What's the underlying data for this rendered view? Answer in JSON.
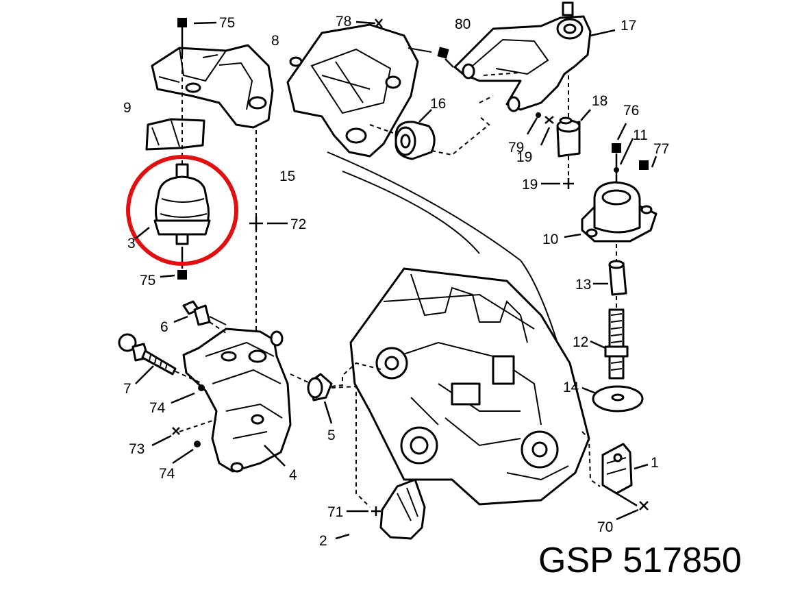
{
  "caption": "GSP 517850",
  "highlight_color": "#e01010",
  "callouts": {
    "c75a": "75",
    "c8": "8",
    "c78": "78",
    "c80": "80",
    "c17": "17",
    "c9": "9",
    "c16": "16",
    "c18": "18",
    "c76": "76",
    "c11": "11",
    "c77": "77",
    "c79": "79",
    "c19a": "19",
    "c15": "15",
    "c19b": "19",
    "c3": "3",
    "c72": "72",
    "c10": "10",
    "c75b": "75",
    "c13": "13",
    "c6": "6",
    "c12": "12",
    "c7": "7",
    "c74a": "74",
    "c14": "14",
    "c5": "5",
    "c73": "73",
    "c74b": "74",
    "c4": "4",
    "c1": "1",
    "c71": "71",
    "c70": "70",
    "c2": "2"
  }
}
